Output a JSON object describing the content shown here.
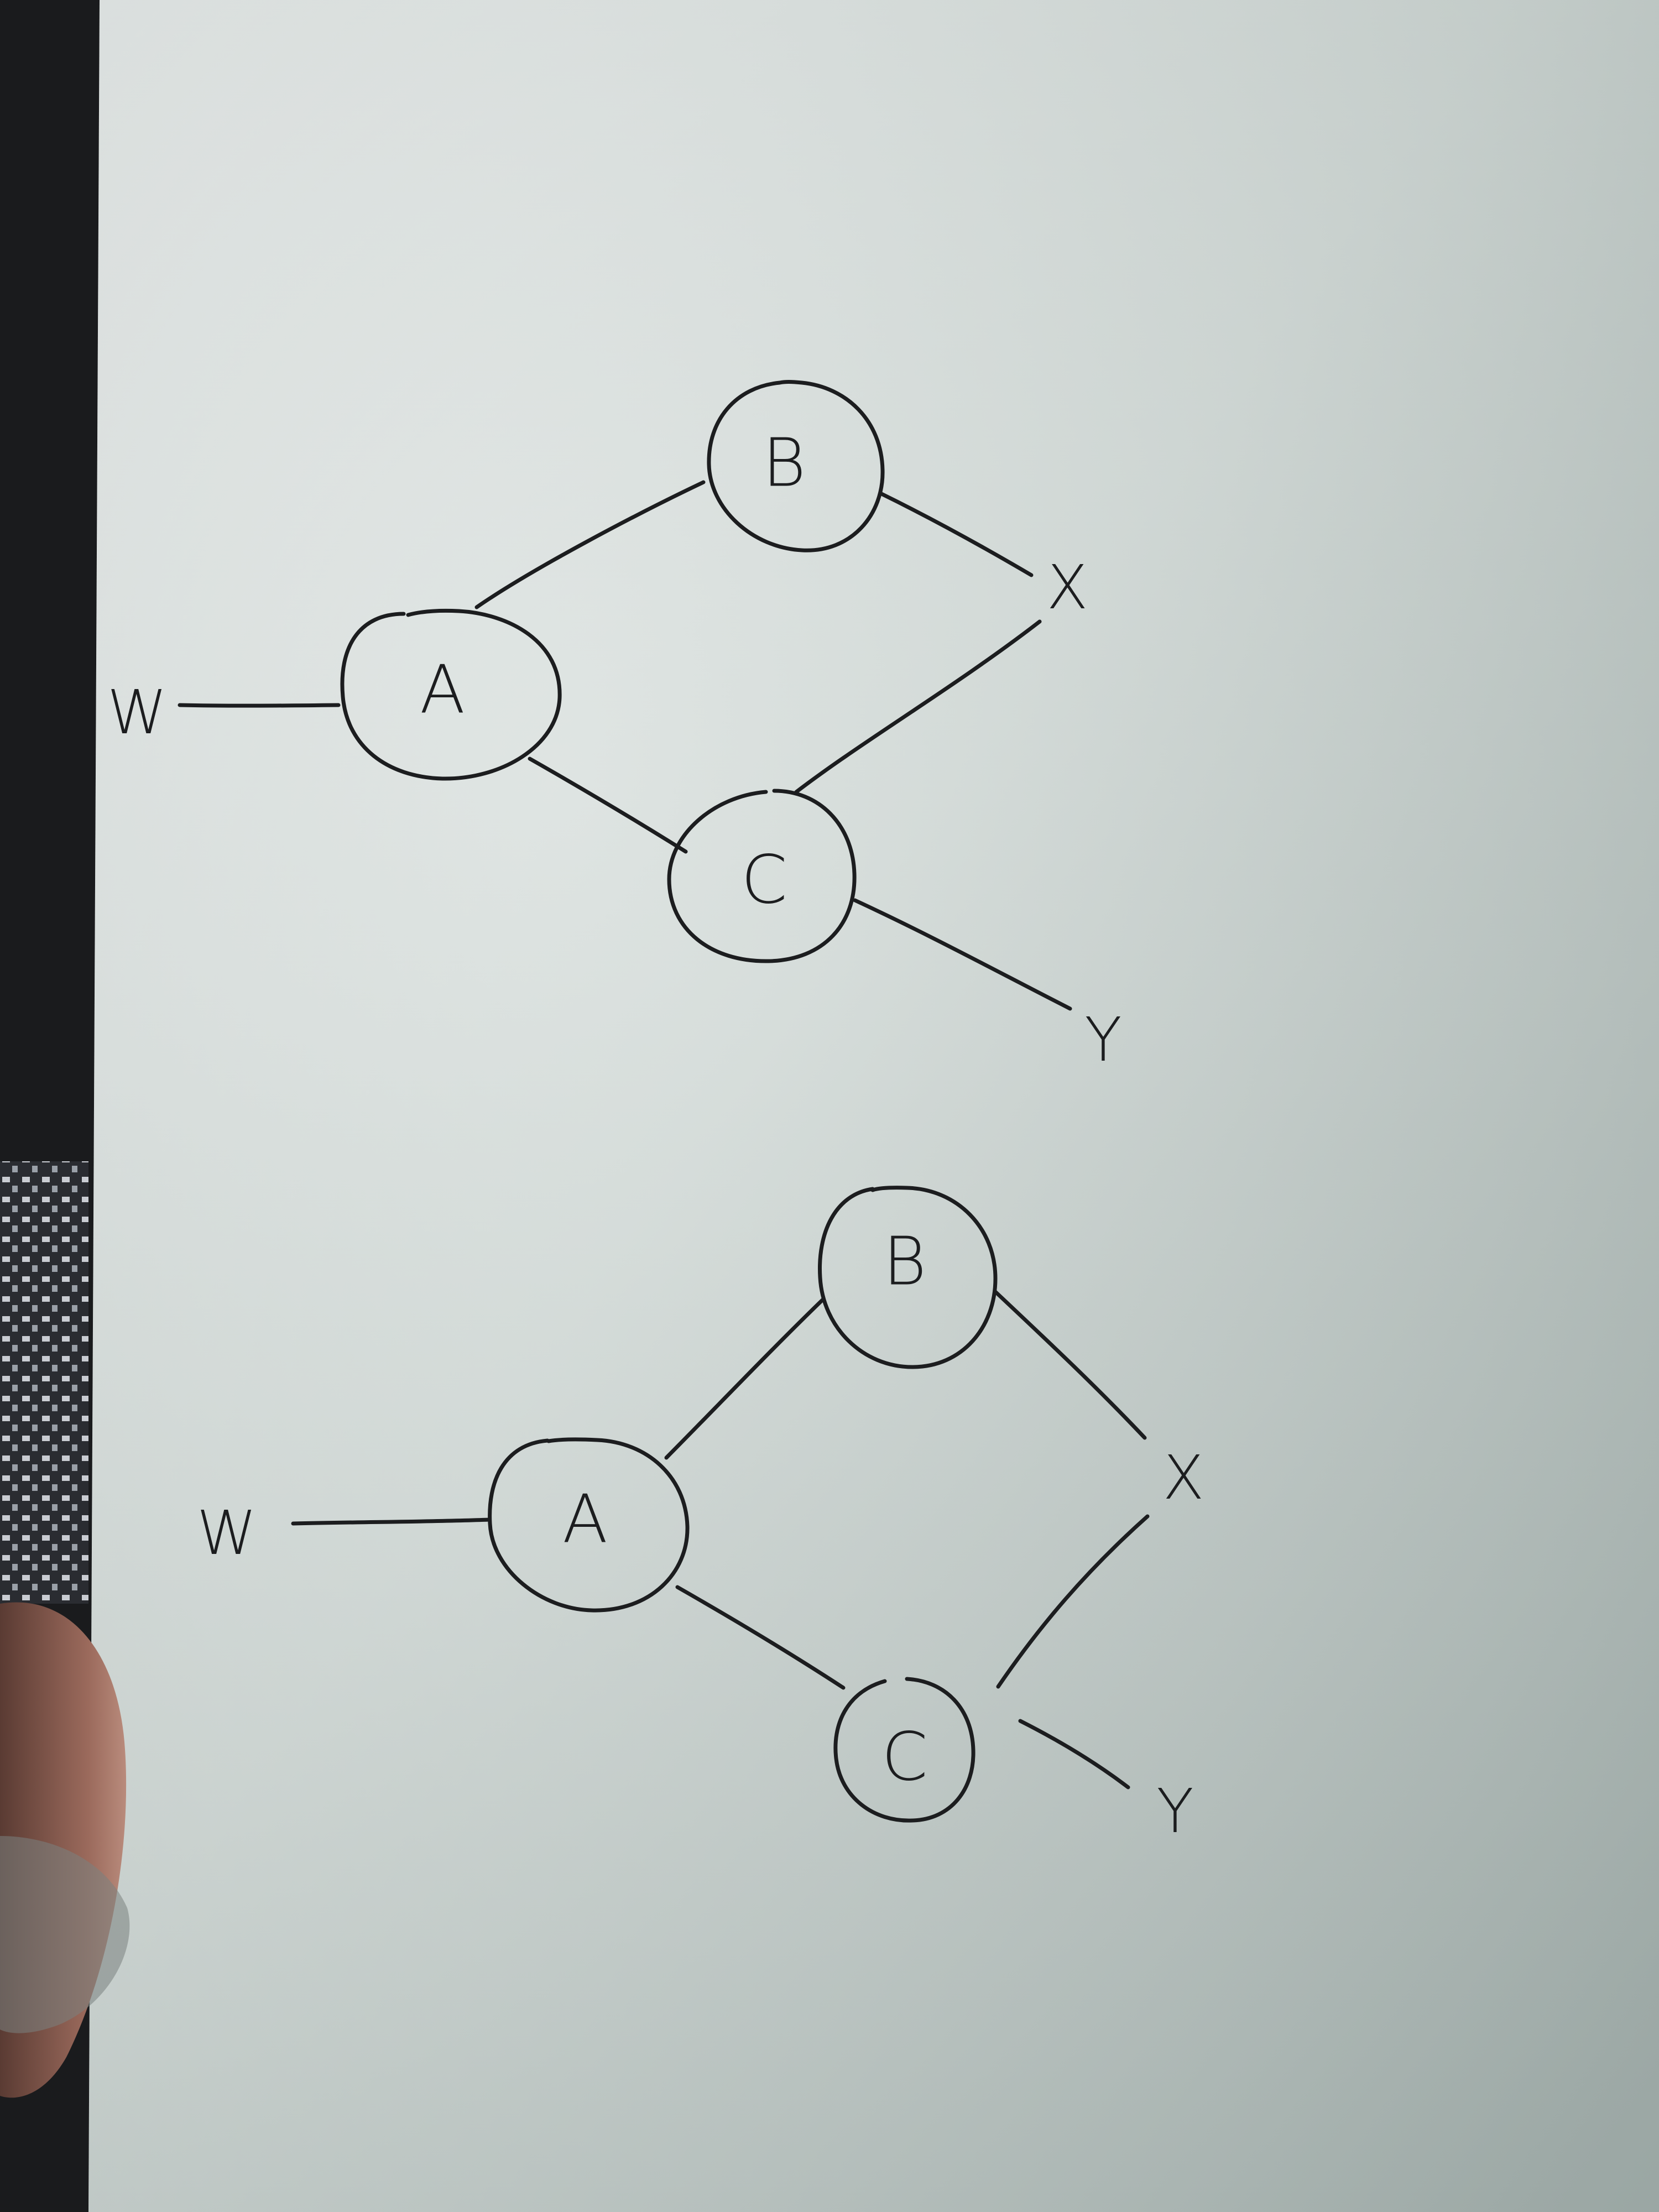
{
  "colors": {
    "paper_light": "#e2e7e6",
    "paper_mid": "#c7d0cd",
    "paper_shadow": "#a8b3b0",
    "ink": "#1c1d1f",
    "background_dark": "#1a1b1d",
    "skin": "#9b6a5c"
  },
  "diagrams": [
    {
      "nodes": {
        "A": "A",
        "B": "B",
        "C": "C"
      },
      "terminals": {
        "W": "W",
        "X": "X",
        "Y": "Y"
      },
      "edges": [
        [
          "W",
          "A"
        ],
        [
          "A",
          "B"
        ],
        [
          "A",
          "C"
        ],
        [
          "B",
          "X"
        ],
        [
          "C",
          "X"
        ],
        [
          "C",
          "Y"
        ]
      ]
    },
    {
      "nodes": {
        "A": "A",
        "B": "B",
        "C": "C"
      },
      "terminals": {
        "W": "W",
        "X": "X",
        "Y": "Y"
      },
      "edges": [
        [
          "W",
          "A"
        ],
        [
          "A",
          "B"
        ],
        [
          "A",
          "C"
        ],
        [
          "B",
          "X"
        ],
        [
          "C",
          "X"
        ],
        [
          "C",
          "Y"
        ]
      ]
    }
  ]
}
